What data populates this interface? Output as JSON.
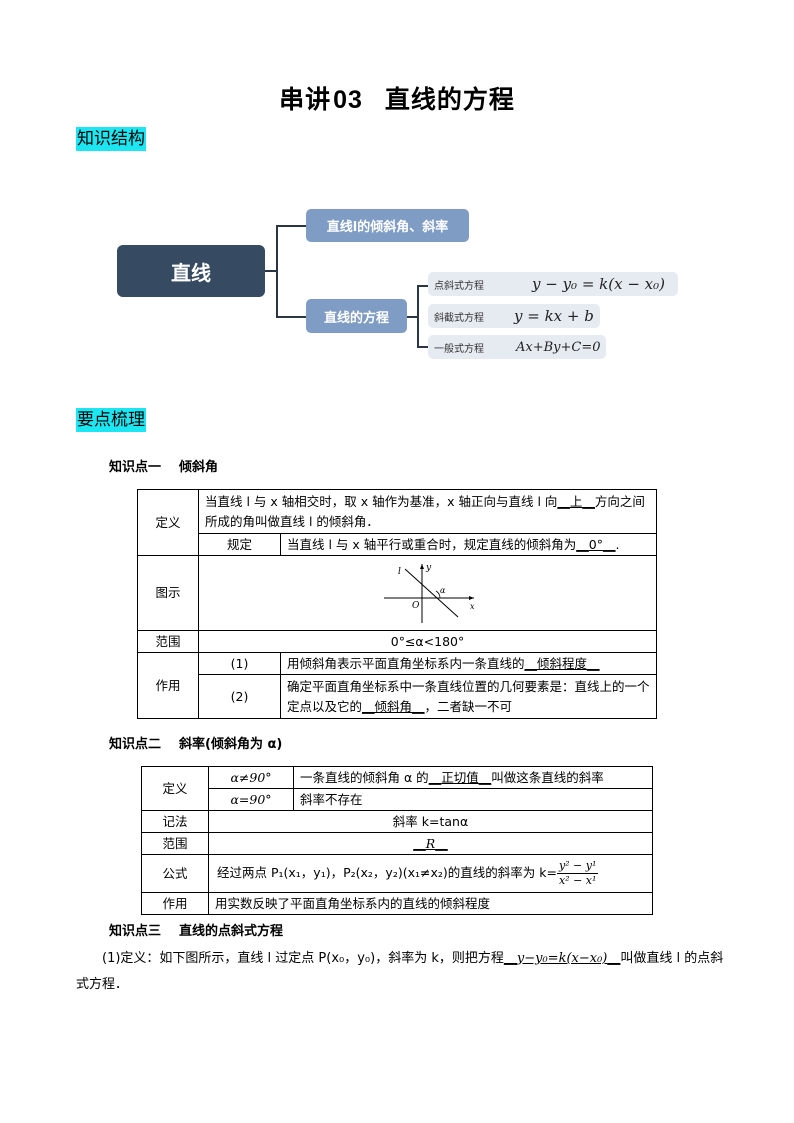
{
  "title": {
    "prefix": "串讲",
    "number": "03",
    "main": "直线的方程"
  },
  "sections": {
    "structure": "知识结构",
    "key_points": "要点梳理"
  },
  "mindmap": {
    "root": "直线",
    "branch1": "直线l的倾斜角、斜率",
    "branch2": "直线的方程",
    "leaves": [
      {
        "label": "点斜式方程",
        "equation": "y − y₀ = k(x − x₀)"
      },
      {
        "label": "斜截式方程",
        "equation": "y = kx + b"
      },
      {
        "label": "一般式方程",
        "equation": "Ax+By+C=0"
      }
    ]
  },
  "kp1": {
    "heading_num": "知识点一",
    "heading_title": "倾斜角",
    "rows": {
      "def_label": "定义",
      "def_text_a": "当直线 l 与 x 轴相交时，取 x 轴作为基准，x 轴正向与直线 l 向",
      "def_blank": "上",
      "def_text_b": "方向之间所成的角叫做直线 l 的倾斜角．",
      "rule_label": "规定",
      "rule_text": "当直线 l 与 x 轴平行或重合时，规定直线的倾斜角为",
      "rule_blank": "0°",
      "fig_label": "图示",
      "fig": {
        "l": "l",
        "y": "y",
        "x": "x",
        "o": "O",
        "alpha": "α"
      },
      "range_label": "范围",
      "range_text": "0°≤α<180°",
      "use_label": "作用",
      "use1_idx": "(1)",
      "use1_text": "用倾斜角表示平面直角坐标系内一条直线的",
      "use1_blank": "倾斜程度",
      "use2_idx": "(2)",
      "use2_text_a": "确定平面直角坐标系中一条直线位置的几何要素是：直线上的一个定点以及它的",
      "use2_blank": "倾斜角",
      "use2_text_b": "，二者缺一不可"
    }
  },
  "kp2": {
    "heading_num": "知识点二",
    "heading_title": "斜率(倾斜角为 α)",
    "rows": {
      "def_label": "定义",
      "cond1": "α≠90°",
      "cond1_text_a": "一条直线的倾斜角 α 的",
      "cond1_blank": "正切值",
      "cond1_text_b": "叫做这条直线的斜率",
      "cond2": "α=90°",
      "cond2_text": "斜率不存在",
      "notation_label": "记法",
      "notation_text": "斜率 k=tanα",
      "range_label": "范围",
      "range_blank": "R",
      "formula_label": "公式",
      "formula_text": "经过两点 P₁(x₁，y₁)，P₂(x₂，y₂)(x₁≠x₂)的直线的斜率为 k=",
      "formula_num": "y² − y¹",
      "formula_den": "x² − x¹",
      "use_label": "作用",
      "use_text": "用实数反映了平面直角坐标系内的直线的倾斜程度"
    }
  },
  "kp3": {
    "heading_num": "知识点三",
    "heading_title": "直线的点斜式方程",
    "para_a": "(1)定义：如下图所示，直线 l 过定点 P(x₀，y₀)，斜率为 k，则把方程",
    "para_blank": "y−y₀=k(x−x₀)",
    "para_b": "叫做直线 l 的点斜式方程．"
  }
}
